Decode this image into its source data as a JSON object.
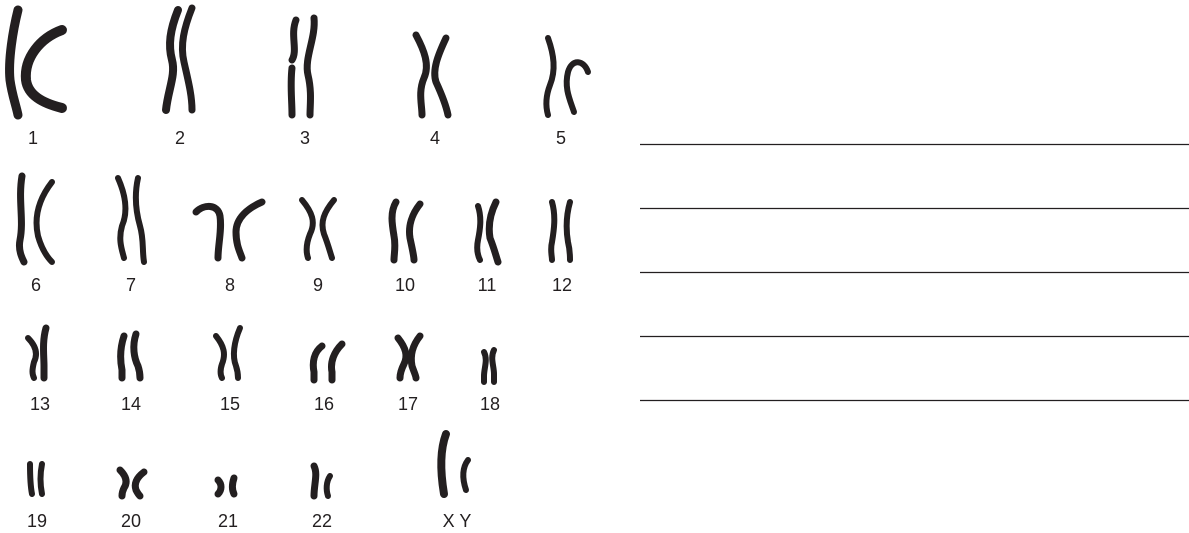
{
  "karyotype": {
    "pairs": [
      {
        "label": "1"
      },
      {
        "label": "2"
      },
      {
        "label": "3"
      },
      {
        "label": "4"
      },
      {
        "label": "5"
      },
      {
        "label": "6"
      },
      {
        "label": "7"
      },
      {
        "label": "8"
      },
      {
        "label": "9"
      },
      {
        "label": "10"
      },
      {
        "label": "11"
      },
      {
        "label": "12"
      },
      {
        "label": "13"
      },
      {
        "label": "14"
      },
      {
        "label": "15"
      },
      {
        "label": "16"
      },
      {
        "label": "17"
      },
      {
        "label": "18"
      },
      {
        "label": "19"
      },
      {
        "label": "20"
      },
      {
        "label": "21"
      },
      {
        "label": "22"
      },
      {
        "label": "X Y"
      }
    ]
  },
  "answer_lines": {
    "count": 5
  },
  "colors": {
    "ink": "#231f20",
    "background": "#ffffff"
  }
}
